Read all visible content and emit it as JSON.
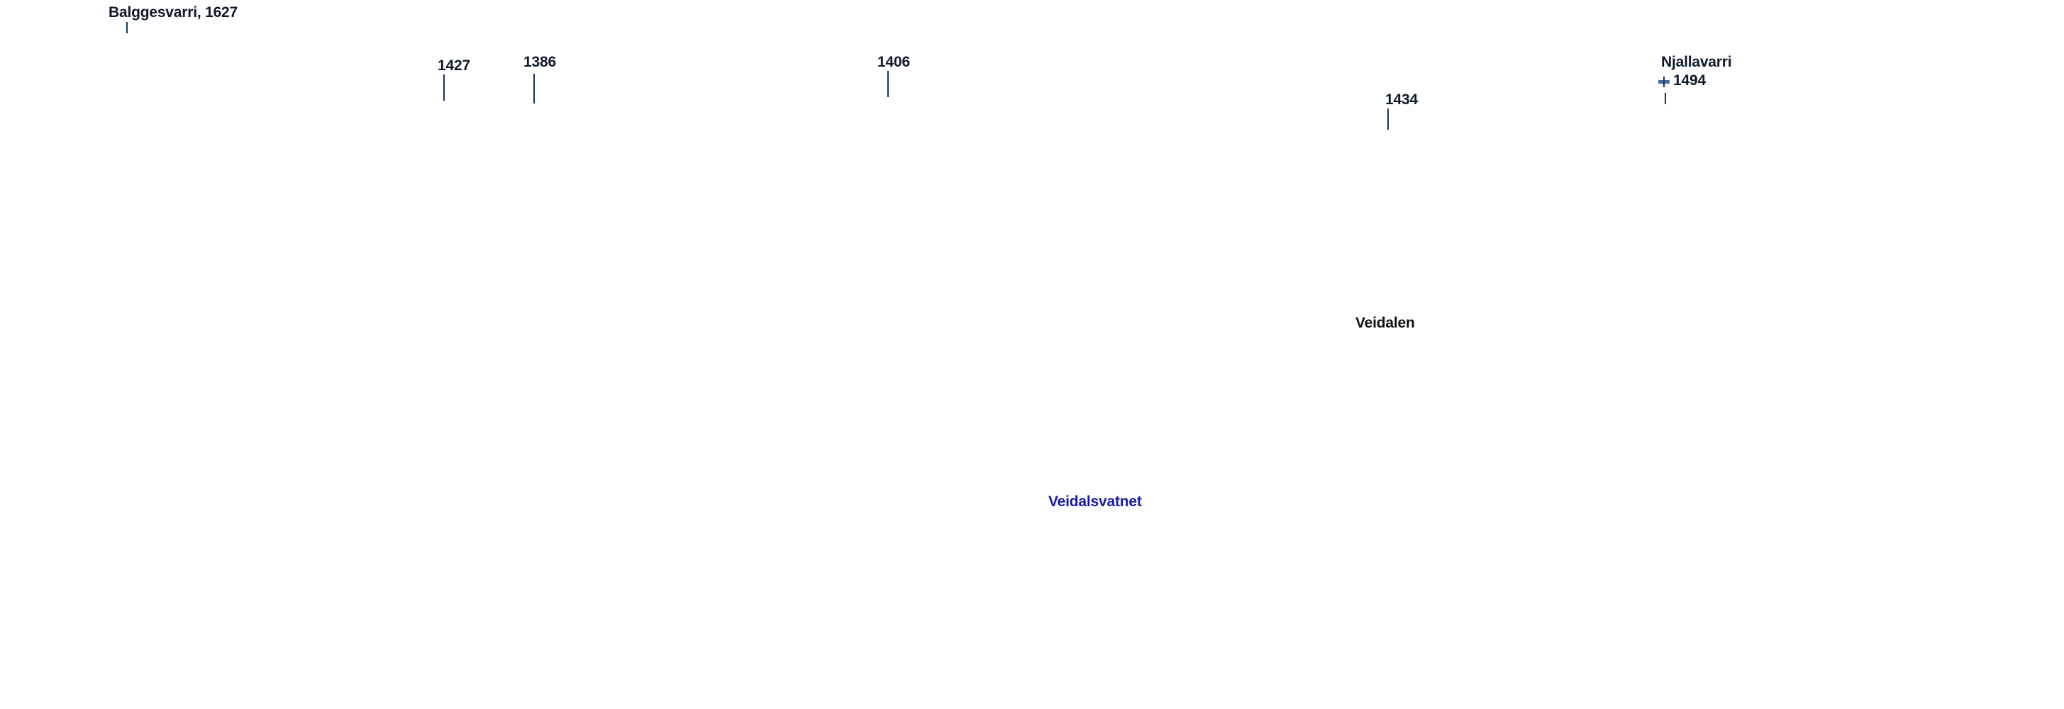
{
  "map": {
    "labels": {
      "balggesvarri": "Balggesvarri, 1627",
      "peak_1427": "1427",
      "peak_1386": "1386",
      "peak_1406": "1406",
      "peak_1434": "1434",
      "njallavarri": "Njallavarri",
      "peak_1494": "1494",
      "veidalen": "Veidalen",
      "veidalsvatnet": "Veidalsvatnet"
    },
    "colors": {
      "peak_text": "#0f1a2a",
      "place_text": "#111111",
      "water_text": "#1a1aa8",
      "tick": "#1d3552",
      "summit_marker": "#4a6f9a",
      "background": "#ffffff"
    }
  }
}
